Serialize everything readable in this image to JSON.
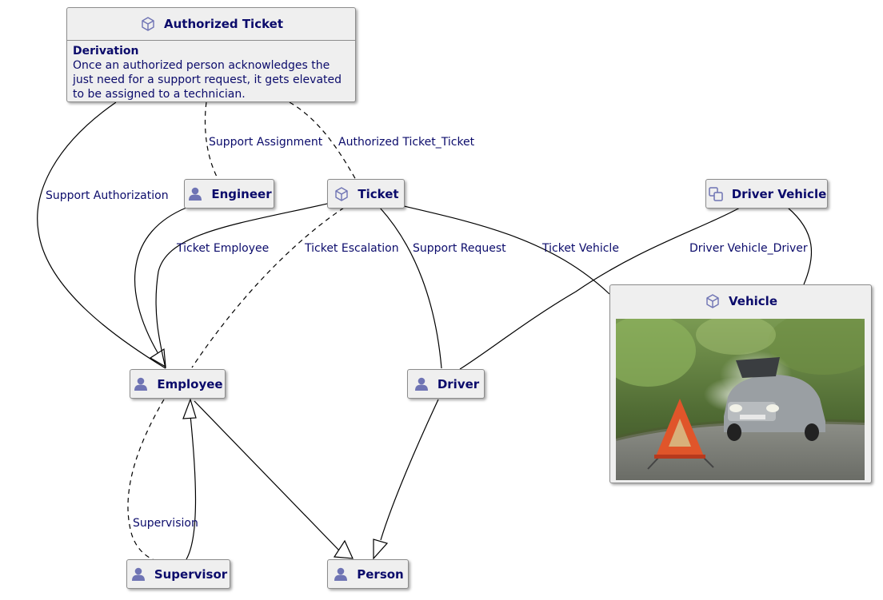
{
  "nodes": {
    "authorized_ticket": {
      "title": "Authorized Ticket",
      "icon": "cube-icon",
      "derivation_heading": "Derivation",
      "derivation_text": "Once an authorized person acknowledges the just need for a support request, it gets elevated to be assigned to a technician."
    },
    "engineer": {
      "title": "Engineer",
      "icon": "person-icon"
    },
    "ticket": {
      "title": "Ticket",
      "icon": "cube-icon"
    },
    "driver_vehicle": {
      "title": "Driver Vehicle",
      "icon": "relation-icon"
    },
    "employee": {
      "title": "Employee",
      "icon": "person-icon"
    },
    "driver": {
      "title": "Driver",
      "icon": "person-icon"
    },
    "vehicle": {
      "title": "Vehicle",
      "icon": "cube-icon",
      "image": "broken-down-car-with-warning-triangle"
    },
    "supervisor": {
      "title": "Supervisor",
      "icon": "person-icon"
    },
    "person": {
      "title": "Person",
      "icon": "person-icon"
    }
  },
  "edges": {
    "support_authorization": "Support Authorization",
    "support_assignment": "Support Assignment",
    "authorized_ticket_ticket": "Authorized Ticket_Ticket",
    "ticket_employee": "Ticket Employee",
    "ticket_escalation": "Ticket Escalation",
    "support_request": "Support Request",
    "ticket_vehicle": "Ticket Vehicle",
    "driver_vehicle_driver": "Driver Vehicle_Driver",
    "supervision": "Supervision"
  },
  "colors": {
    "text": "#0b0b6b",
    "icon": "#6f74b4",
    "node_fill": "#efefef",
    "node_border": "#8c8c8c",
    "edge": "#000000"
  }
}
